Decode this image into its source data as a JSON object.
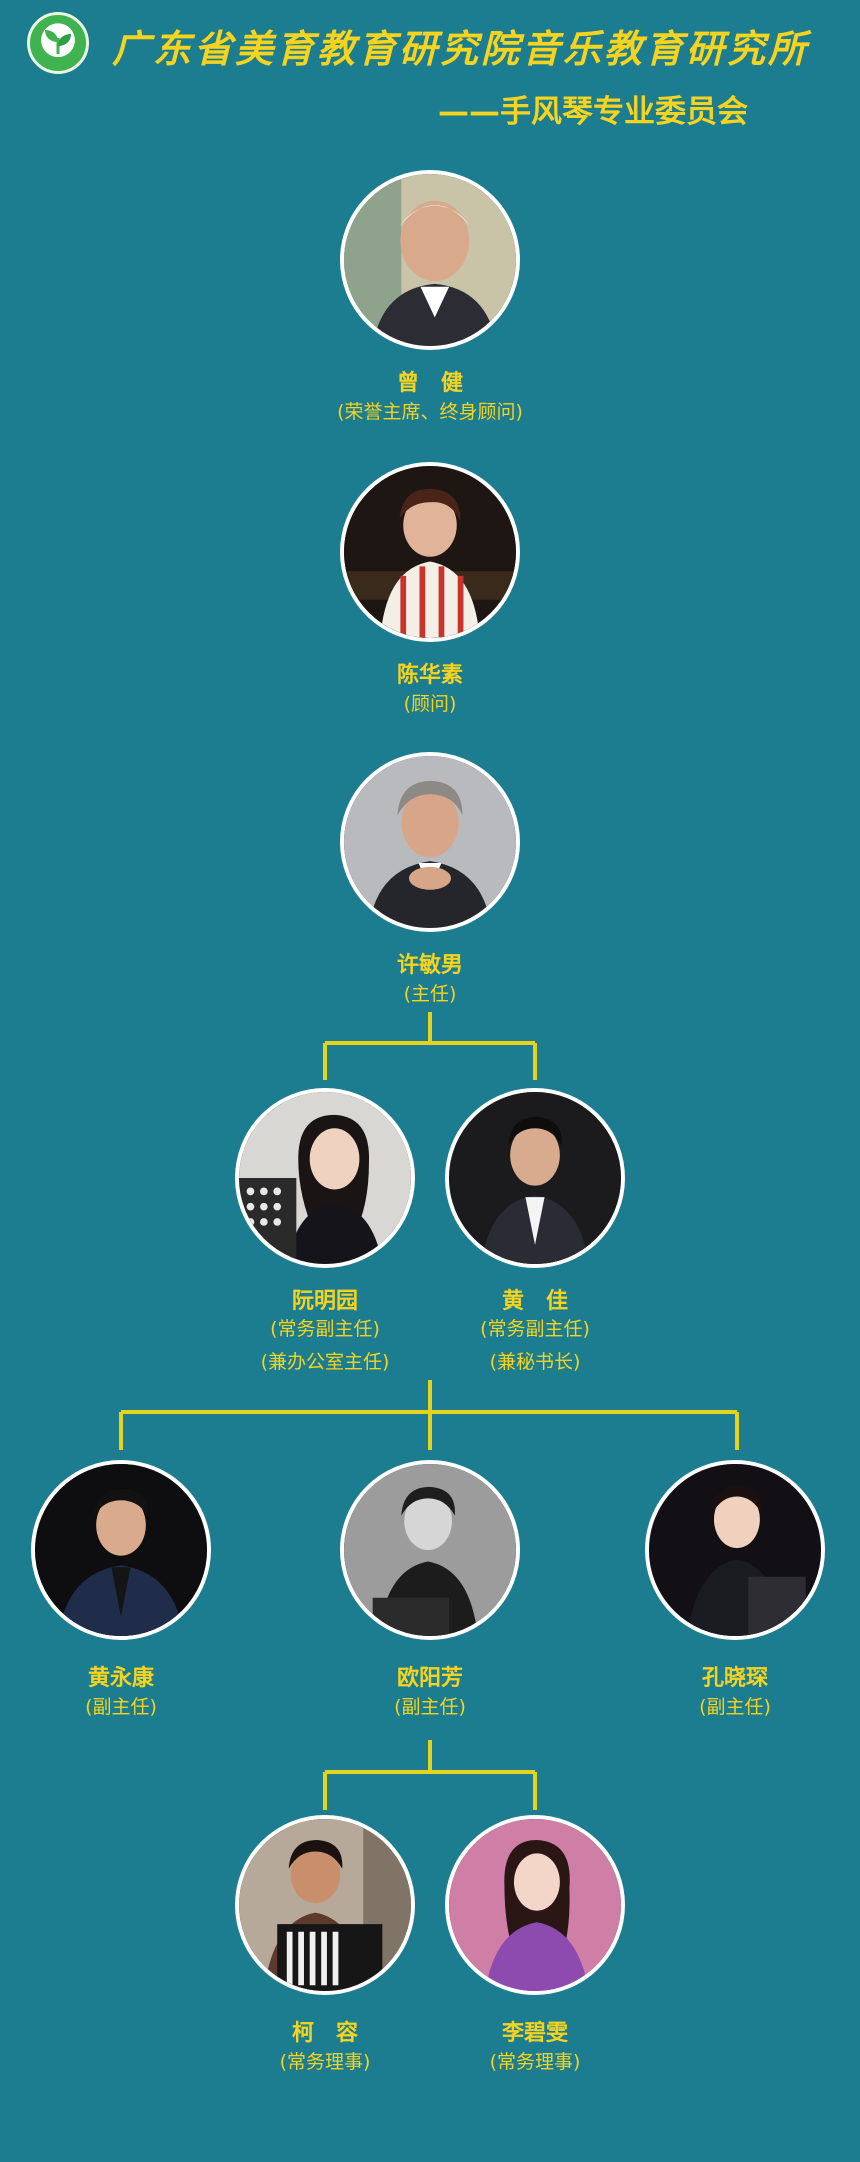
{
  "header": {
    "title": "广东省美育教育研究院音乐教育研究所",
    "subtitle": "——手风琴专业委员会"
  },
  "colors": {
    "background": "#1b7d8f",
    "accent": "#f5d31f",
    "border": "#ffffff"
  },
  "members": [
    {
      "id": "zeng-jian",
      "name": "曾　健",
      "roles": [
        "(荣誉主席、终身顾问)"
      ]
    },
    {
      "id": "chen-huasu",
      "name": "陈华素",
      "roles": [
        "(顾问)"
      ]
    },
    {
      "id": "xu-minnan",
      "name": "许敏男",
      "roles": [
        "(主任)"
      ]
    },
    {
      "id": "ruan-mingyuan",
      "name": "阮明园",
      "roles": [
        "(常务副主任)",
        "(兼办公室主任)"
      ]
    },
    {
      "id": "huang-jia",
      "name": "黄　佳",
      "roles": [
        "(常务副主任)",
        "(兼秘书长)"
      ]
    },
    {
      "id": "huang-yongkang",
      "name": "黄永康",
      "roles": [
        "(副主任)"
      ]
    },
    {
      "id": "ouyang-fang",
      "name": "欧阳芳",
      "roles": [
        "(副主任)"
      ]
    },
    {
      "id": "kong-xiaoshen",
      "name": "孔晓琛",
      "roles": [
        "(副主任)"
      ]
    },
    {
      "id": "ke-rong",
      "name": "柯　容",
      "roles": [
        "(常务理事)"
      ]
    },
    {
      "id": "li-biwen",
      "name": "李碧雯",
      "roles": [
        "(常务理事)"
      ]
    }
  ]
}
